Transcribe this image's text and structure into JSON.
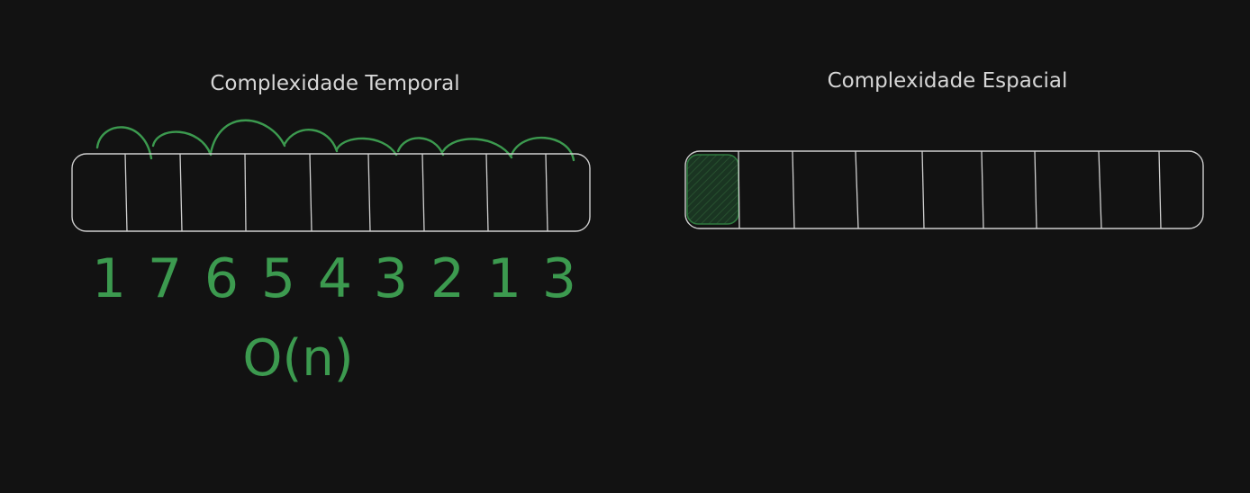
{
  "diagram": {
    "left_panel": {
      "title": "Complexidade Temporal",
      "cell_count": 9,
      "digits": [
        "1",
        "7",
        "6",
        "5",
        "4",
        "3",
        "2",
        "1",
        "3"
      ],
      "complexity": "O(n)"
    },
    "right_panel": {
      "title": "Complexidade Espacial",
      "cell_count": 9,
      "highlighted_cells": 1
    }
  },
  "colors": {
    "background": "#121212",
    "outline": "#cfcfcf",
    "accent_green": "#3c9a4f",
    "highlight_fill": "#1d3d26"
  }
}
